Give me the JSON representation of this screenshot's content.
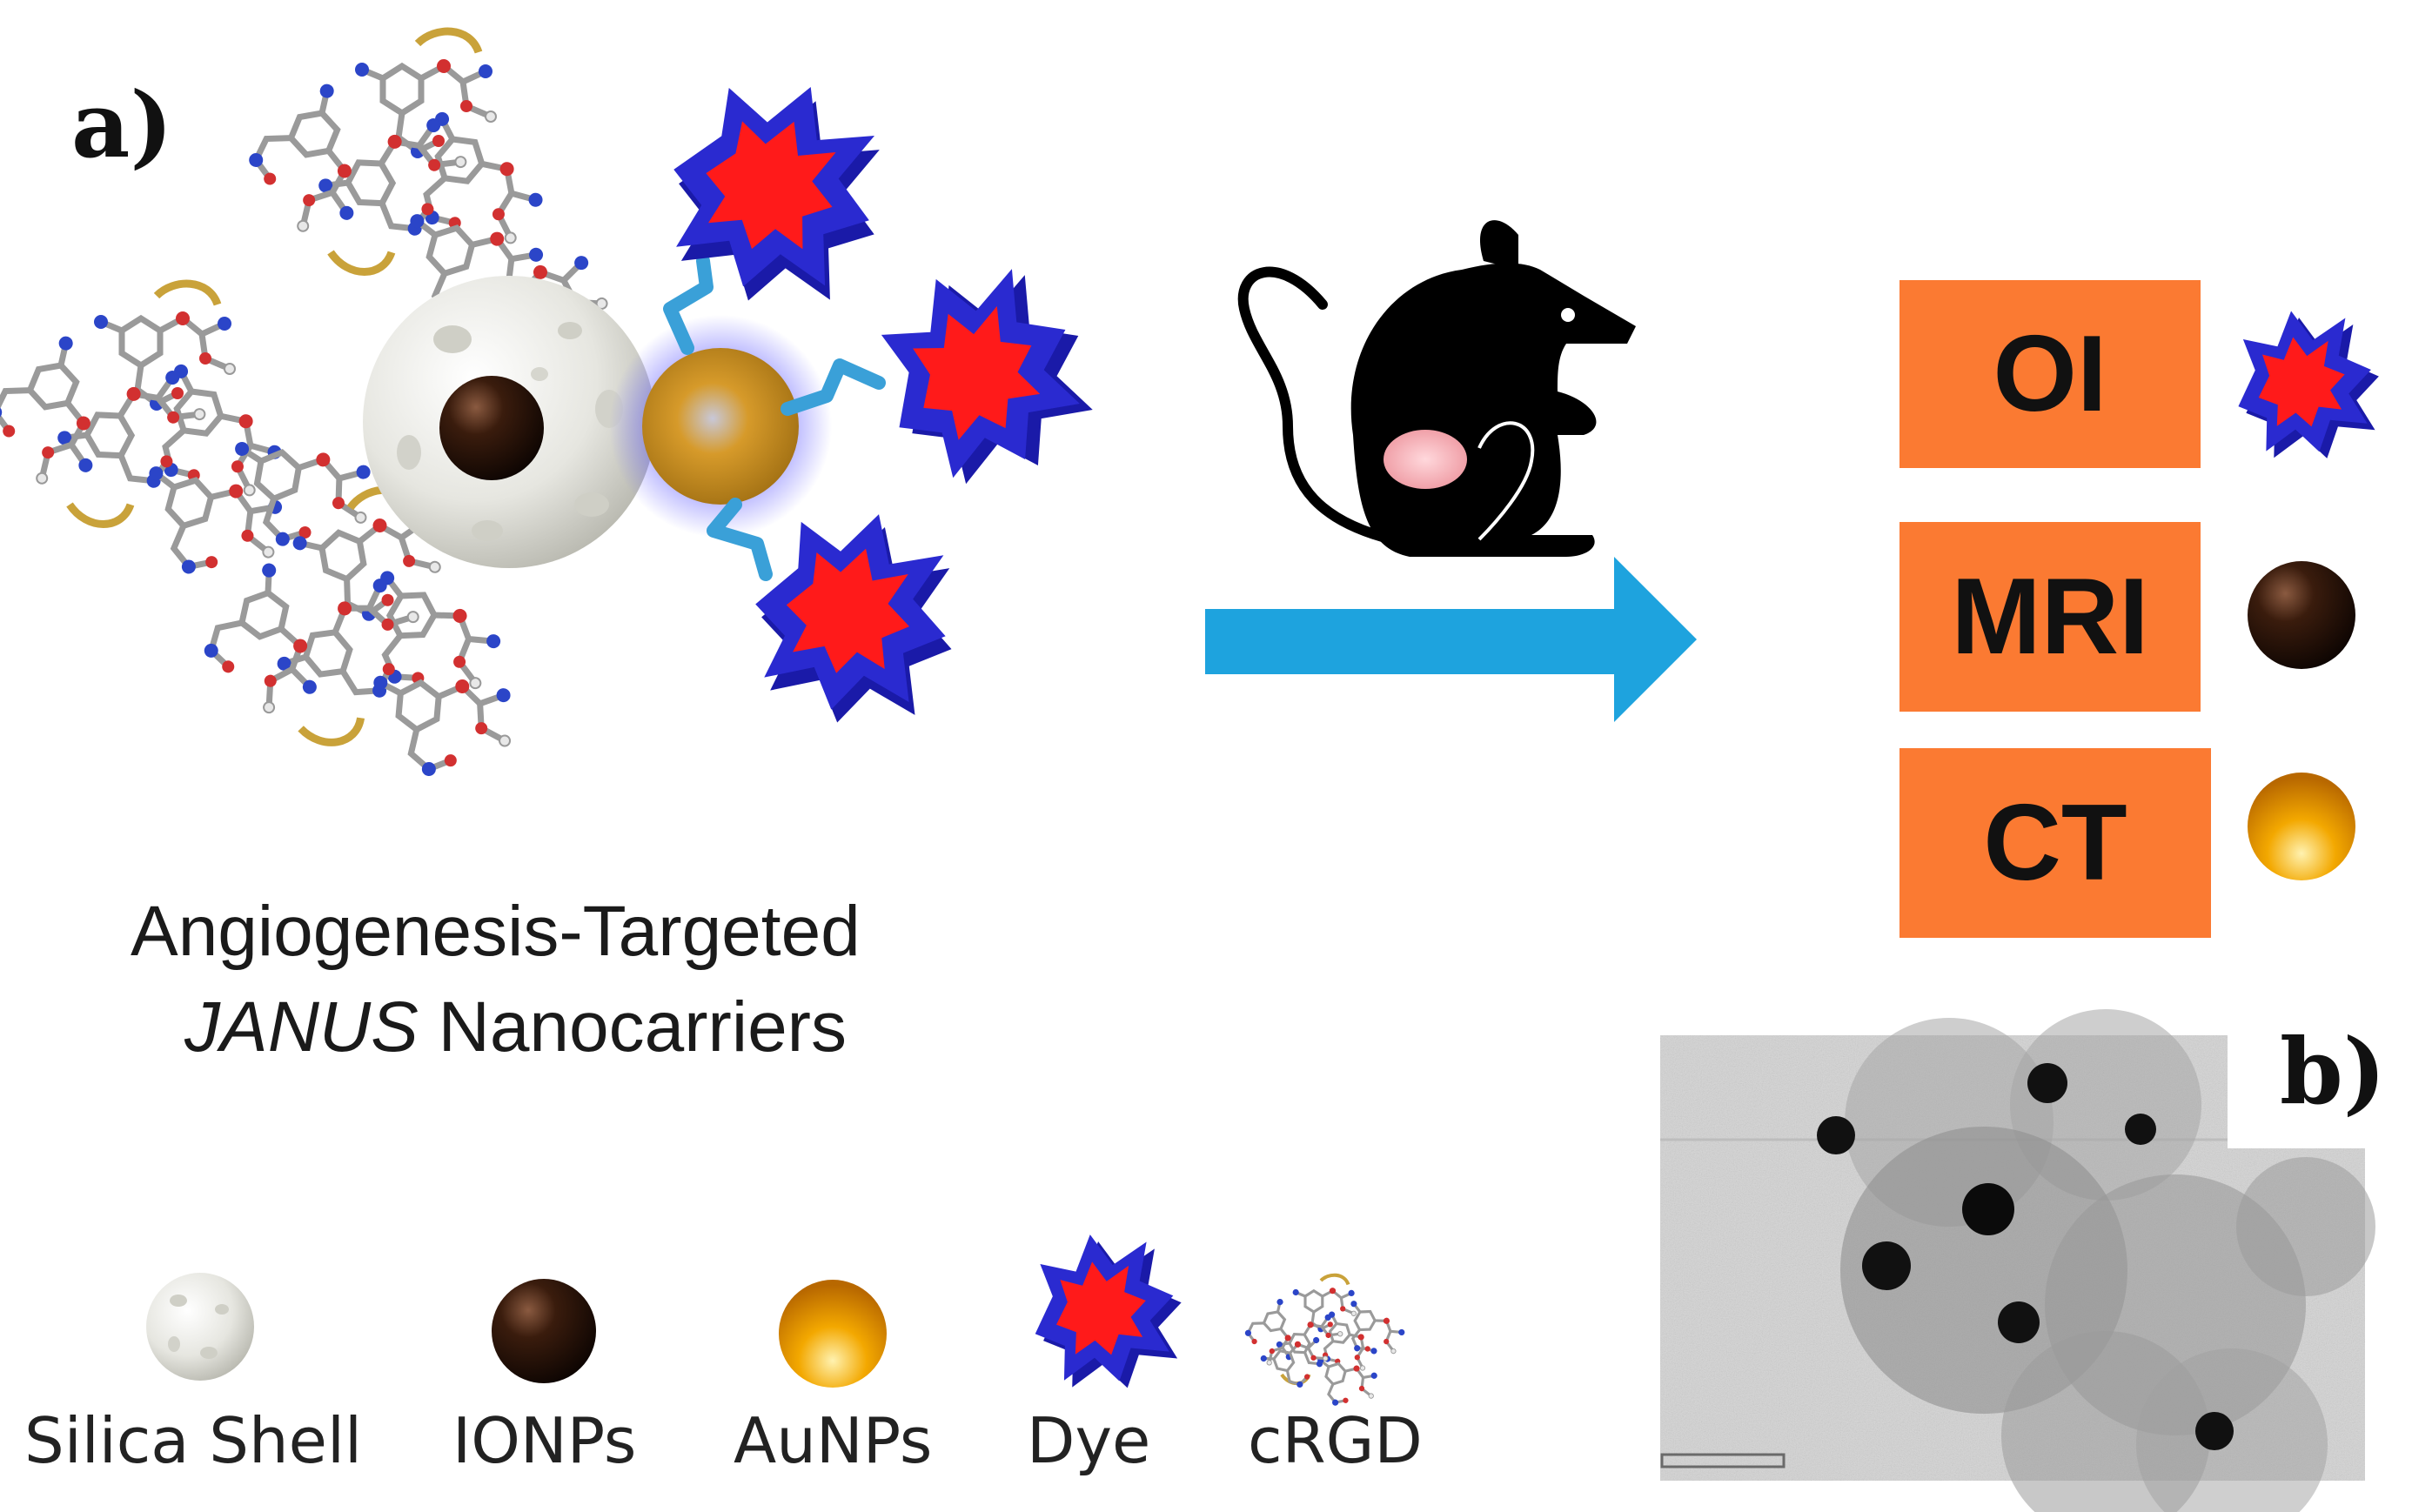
{
  "panel_a_label": "a)",
  "panel_b_label": "b)",
  "caption": {
    "line1": "Angiogenesis-Targeted",
    "line2_italic": "JANUS",
    "line2_rest": " Nanocarriers"
  },
  "modalities": [
    "OI",
    "MRI",
    "CT"
  ],
  "legend": [
    "Silica Shell",
    "IONPs",
    "AuNPs",
    "Dye",
    "cRGD"
  ],
  "icons": {
    "silica_shell": "silica-shell-sphere",
    "ionp": "iron-oxide-nanoparticle-sphere",
    "aunp": "gold-nanoparticle-sphere",
    "dye": "dye-starburst",
    "crgd": "crgd-peptide-molecule",
    "mouse": "mouse-silhouette",
    "arrow": "right-arrow"
  },
  "colors": {
    "modality_box": "#fb7a32",
    "arrow": "#1ea3de",
    "dye_red": "#ff1a1a",
    "dye_blue": "#1a1aa8",
    "gold": "#f3a800",
    "iron_oxide": "#2b150a",
    "linker": "#3aa0d8"
  }
}
